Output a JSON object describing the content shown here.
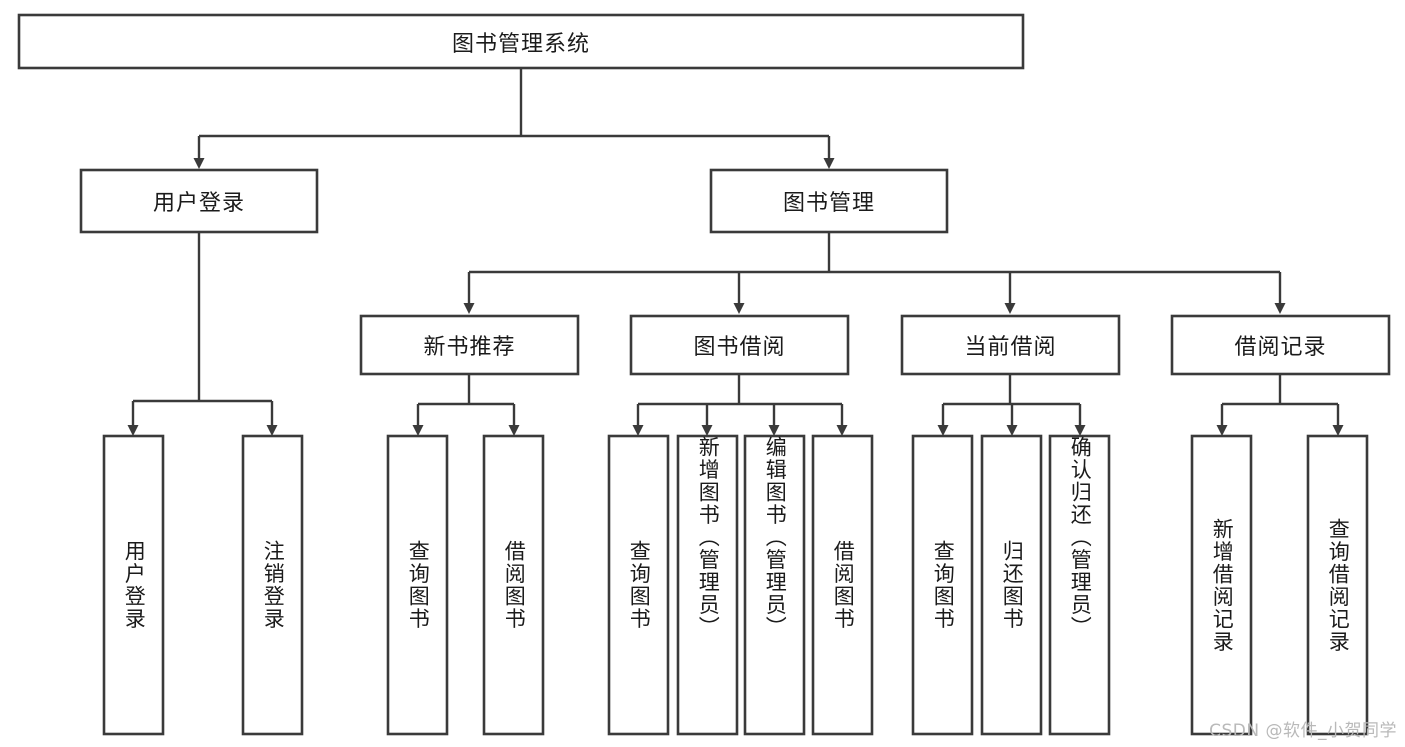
{
  "diagram": {
    "type": "tree-hierarchy",
    "title": "图书管理系统",
    "watermark": "CSDN @软件_小贺同学",
    "colors": {
      "stroke": "#3a3a3a",
      "fill": "#ffffff",
      "text": "#1b1b1b",
      "watermark": "#b9b9b9",
      "background": "#ffffff"
    },
    "levels": {
      "root": {
        "label": "图书管理系统"
      },
      "level2": [
        {
          "label": "用户登录"
        },
        {
          "label": "图书管理"
        }
      ],
      "level3": [
        {
          "label": "新书推荐"
        },
        {
          "label": "图书借阅"
        },
        {
          "label": "当前借阅"
        },
        {
          "label": "借阅记录"
        }
      ],
      "leaves": [
        {
          "label": "用户登录",
          "parent": "用户登录"
        },
        {
          "label": "注销登录",
          "parent": "用户登录"
        },
        {
          "label": "查询图书",
          "parent": "新书推荐"
        },
        {
          "label": "借阅图书",
          "parent": "新书推荐"
        },
        {
          "label": "查询图书",
          "parent": "图书借阅"
        },
        {
          "label": "新增图书（管理员）",
          "parent": "图书借阅"
        },
        {
          "label": "编辑图书（管理员）",
          "parent": "图书借阅"
        },
        {
          "label": "借阅图书",
          "parent": "图书借阅"
        },
        {
          "label": "查询图书",
          "parent": "当前借阅"
        },
        {
          "label": "归还图书",
          "parent": "当前借阅"
        },
        {
          "label": "确认归还（管理员）",
          "parent": "当前借阅"
        },
        {
          "label": "新增借阅记录",
          "parent": "借阅记录"
        },
        {
          "label": "查询借阅记录",
          "parent": "借阅记录"
        }
      ]
    }
  }
}
